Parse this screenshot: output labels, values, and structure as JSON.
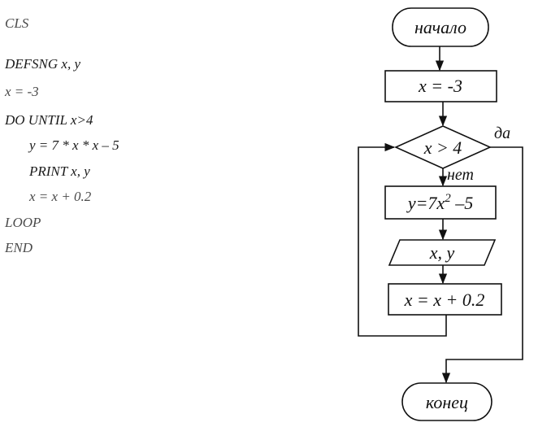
{
  "code_listing": {
    "lines": [
      "CLS",
      "DEFSNG x, y",
      "x = -3",
      "DO UNTIL x>4",
      "y = 7 * x * x – 5",
      "PRINT x, y",
      "x = x + 0.2",
      "LOOP",
      "END"
    ]
  },
  "flowchart": {
    "start": "начало",
    "init": "x = -3",
    "condition": "x > 4",
    "yes_label": "да",
    "no_label": "нет",
    "compute": {
      "base": "y=7x",
      "exp": "2",
      "tail": " –5"
    },
    "output": "x, y",
    "increment": "x = x + 0.2",
    "end": "конец"
  }
}
